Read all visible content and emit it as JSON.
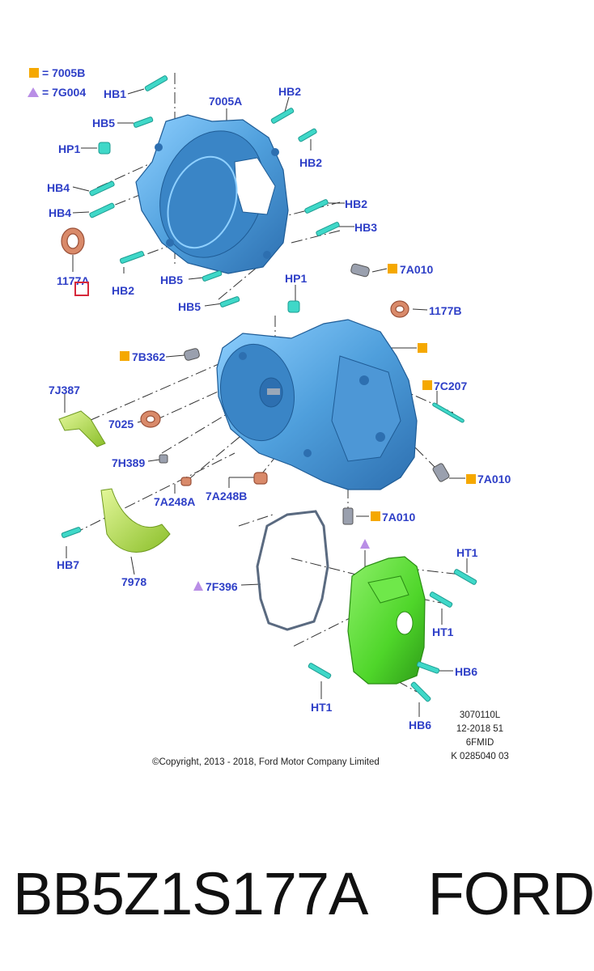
{
  "legend": {
    "square_label": "= 7005B",
    "triangle_label": "= 7G004",
    "square_color": "#f5a800",
    "triangle_color": "#b98ee6"
  },
  "labels": {
    "hb1": "HB1",
    "hb5_a": "HB5",
    "hp1_a": "HP1",
    "hb4_a": "HB4",
    "hb4_b": "HB4",
    "part_1177a": "1177A",
    "hb2_left": "HB2",
    "part_7005a": "7005A",
    "hb2_top": "HB2",
    "hb2_mid": "HB2",
    "hb2_right": "HB2",
    "hb3": "HB3",
    "hb5_b": "HB5",
    "hb5_c": "HB5",
    "hp1_b": "HP1",
    "part_7a010_a": "7A010",
    "part_1177b": "1177B",
    "part_7b362": "7B362",
    "part_7j387": "7J387",
    "part_7c207": "7C207",
    "part_7025": "7025",
    "part_7h389": "7H389",
    "part_7a248a": "7A248A",
    "part_7a248b": "7A248B",
    "part_7a010_b": "7A010",
    "part_7a010_c": "7A010",
    "hb7": "HB7",
    "part_7978": "7978",
    "part_7f396": "7F396",
    "ht1_a": "HT1",
    "ht1_b": "HT1",
    "hb6_a": "HB6",
    "ht1_c": "HT1",
    "hb6_b": "HB6"
  },
  "code_block": {
    "line1": "3070110L",
    "line2": "12-2018 51",
    "line3": "6FMID",
    "line4": "K 0285040 03"
  },
  "copyright": "©Copyright, 2013 - 2018, Ford Motor Company Limited",
  "part_title": "BB5Z1S177A    FORD",
  "colors": {
    "label_blue": "#2e3fc7",
    "housing_blue": "#4f9fdc",
    "cover_green": "#4fd62a",
    "bolt_cyan": "#3fd8c8",
    "seal_copper": "#d98a6a",
    "bracket_lime": "#b8e04a",
    "highlight_red": "#d6283a"
  }
}
